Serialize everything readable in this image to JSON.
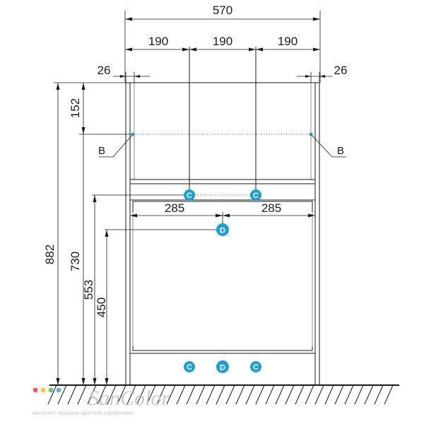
{
  "dimensions": {
    "total_width": "570",
    "segment_left": "190",
    "segment_middle": "190",
    "segment_right": "190",
    "side_left": "26",
    "side_right": "26",
    "top_section": "152",
    "total_height": "882",
    "height_c": "730",
    "height_553": "553",
    "height_d": "450",
    "half_left": "285",
    "half_right": "285"
  },
  "callouts": {
    "b_left": "B",
    "b_right": "B"
  },
  "markers": {
    "c_left": "C",
    "c_right": "C",
    "d_top": "D",
    "legend_c_left": "C",
    "legend_d": "D",
    "legend_c_right": "C"
  },
  "watermark": {
    "brand": "SanColor",
    "tagline": "интернет-магазин цветной сантехники"
  },
  "colors": {
    "marker_fill": "#1e9fd0",
    "point_fill": "#29a8e0",
    "watermark_dots": [
      "#e35d6a",
      "#f2c94c",
      "#7ac36a",
      "#58b6e6"
    ]
  }
}
